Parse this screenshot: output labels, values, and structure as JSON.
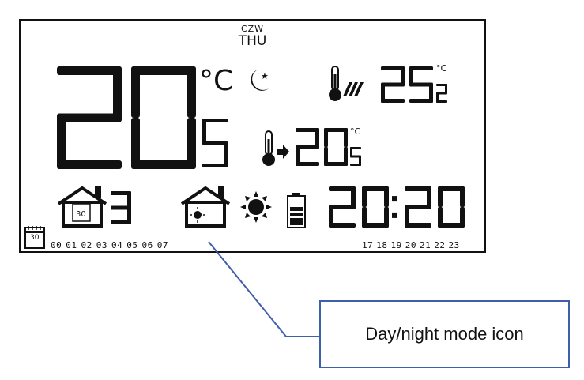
{
  "display": {
    "day_top": "CZW",
    "day_main": "THU",
    "main_temp_int": "20",
    "main_temp_dec": "5",
    "main_unit": "°C",
    "floor_temp_int": "25",
    "floor_temp_dec": "2",
    "floor_unit": "°C",
    "setpoint_int": "20",
    "setpoint_dec": "5",
    "setpoint_unit": "°C",
    "program_number": "3",
    "clock": "20:20",
    "hours_left": [
      "00",
      "01",
      "02",
      "03",
      "04",
      "05",
      "06",
      "07"
    ],
    "hours_right": [
      "17",
      "18",
      "19",
      "20",
      "21",
      "22",
      "23"
    ],
    "calendar_day": "30"
  },
  "callout": {
    "label": "Day/night mode icon",
    "border_color": "#3f5fa8"
  },
  "icons": [
    "moon-star-icon",
    "floor-thermometer-icon",
    "setpoint-thermometer-icon",
    "house-calendar-icon",
    "house-day-night-icon",
    "sun-icon",
    "battery-icon",
    "calendar-icon"
  ]
}
